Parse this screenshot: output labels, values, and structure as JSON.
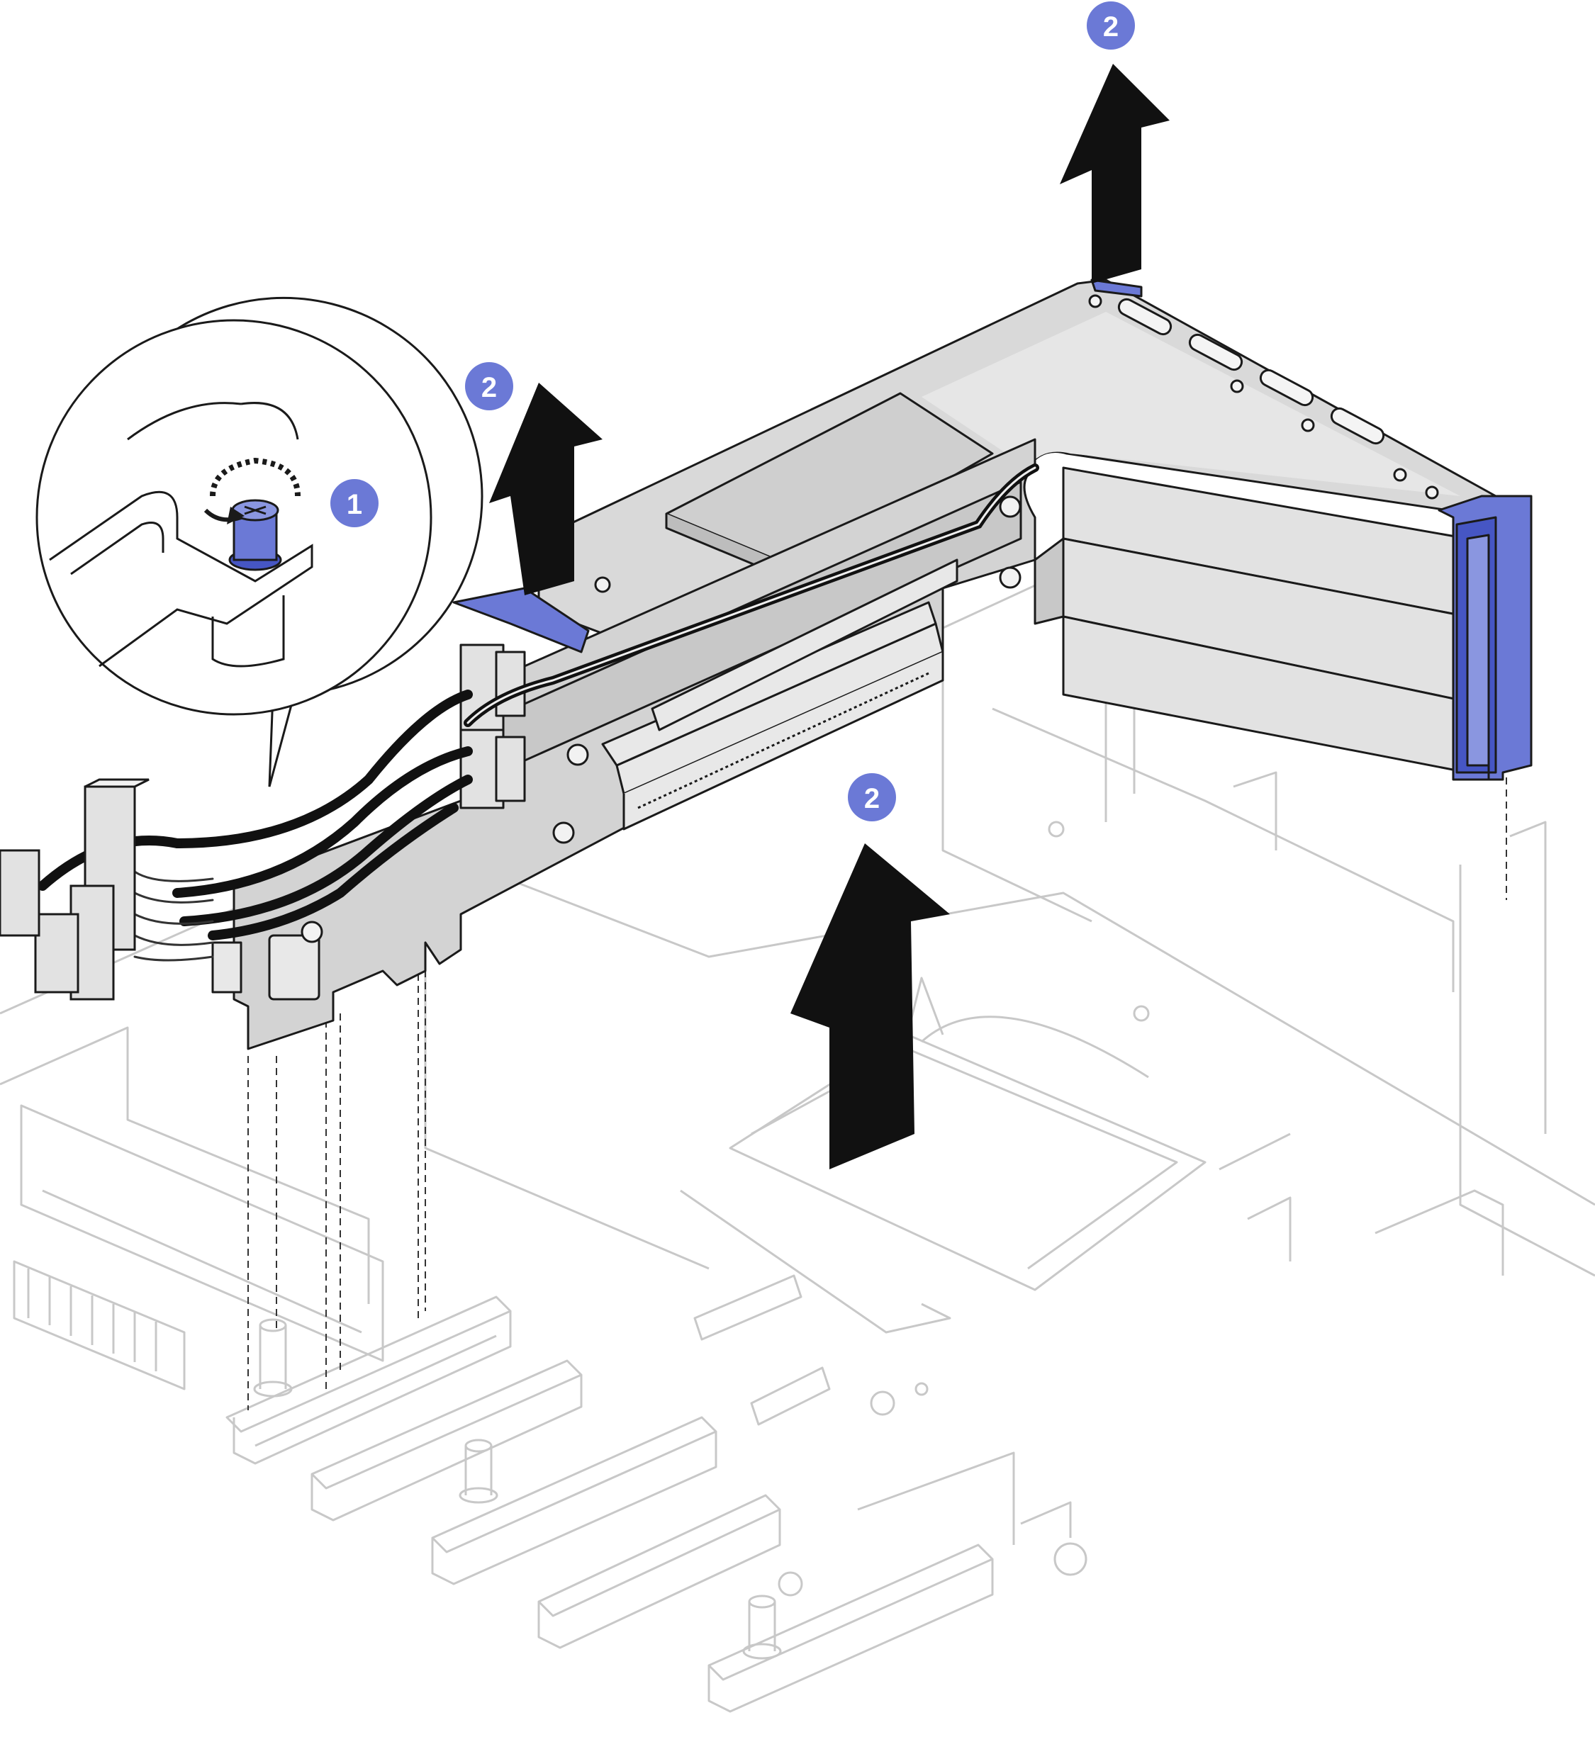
{
  "colors": {
    "accent_blue": "#6b79d6",
    "accent_blue_dark": "#4656c4",
    "part_fill": "#d9d9d9",
    "part_light": "#ececec",
    "stroke": "#1a1a1a",
    "background_line": "#c8c8c8",
    "arrow": "#111111"
  },
  "callouts": [
    {
      "label": "1",
      "meaning": "loosen-thumbscrew"
    },
    {
      "label": "2",
      "meaning": "lift-riser-assembly"
    },
    {
      "label": "2",
      "meaning": "lift-riser-assembly"
    },
    {
      "label": "2",
      "meaning": "lift-riser-assembly"
    }
  ],
  "icons": {
    "thumbscrew": "thumbscrew-rotate-icon",
    "arrow": "up-arrow-icon"
  }
}
